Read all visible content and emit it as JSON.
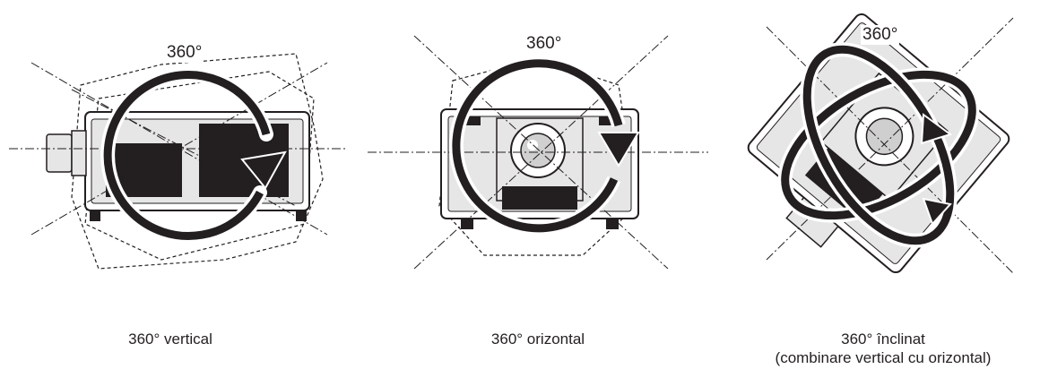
{
  "panels": [
    {
      "id": "vertical",
      "degree_label": "360°",
      "caption": "360° vertical",
      "caption_sub": ""
    },
    {
      "id": "horizontal",
      "degree_label": "360°",
      "caption": "360° orizontal",
      "caption_sub": ""
    },
    {
      "id": "tilt",
      "degree_label": "360°",
      "caption": "360° înclinat",
      "caption_sub": "(combinare vertical cu orizontal)"
    }
  ],
  "colors": {
    "line": "#231f20",
    "fill_body": "#e6e6e6",
    "fill_vent": "#231f20",
    "background": "#ffffff"
  }
}
